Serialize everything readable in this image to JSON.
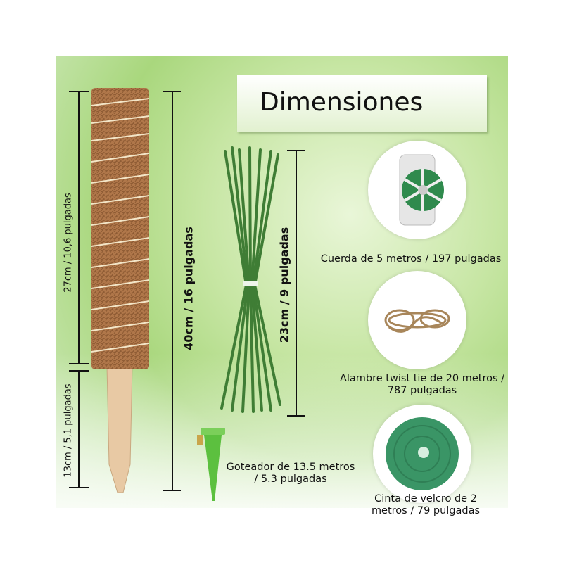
{
  "title": "Dimensiones",
  "dimensions": {
    "coir_section": "27cm / 10,6 pulgadas",
    "stake_section": "13cm / 5,1 pulgadas",
    "total_length": "40cm / 16 pulgadas",
    "ties_length": "23cm / 9 pulgadas"
  },
  "items": [
    {
      "icon": "wire-spool-icon",
      "caption": "Cuerda de 5 metros / 197 pulgadas"
    },
    {
      "icon": "jute-twine-icon",
      "caption_line1": "Alambre twist tie de 20 metros /",
      "caption_line2": "787 pulgadas"
    },
    {
      "icon": "velcro-tape-roll-icon",
      "caption_line1": "Cinta de velcro de 2",
      "caption_line2": "metros / 79 pulgadas"
    },
    {
      "icon": "dripper-icon",
      "caption_line1": "Goteador de 13.5 metros",
      "caption_line2": "/ 5.3 pulgadas"
    }
  ],
  "colors": {
    "coir": "#b0774a",
    "wood": "#e8c9a4",
    "tie_green": "#3f7d35",
    "velcro": "#3a9566"
  }
}
